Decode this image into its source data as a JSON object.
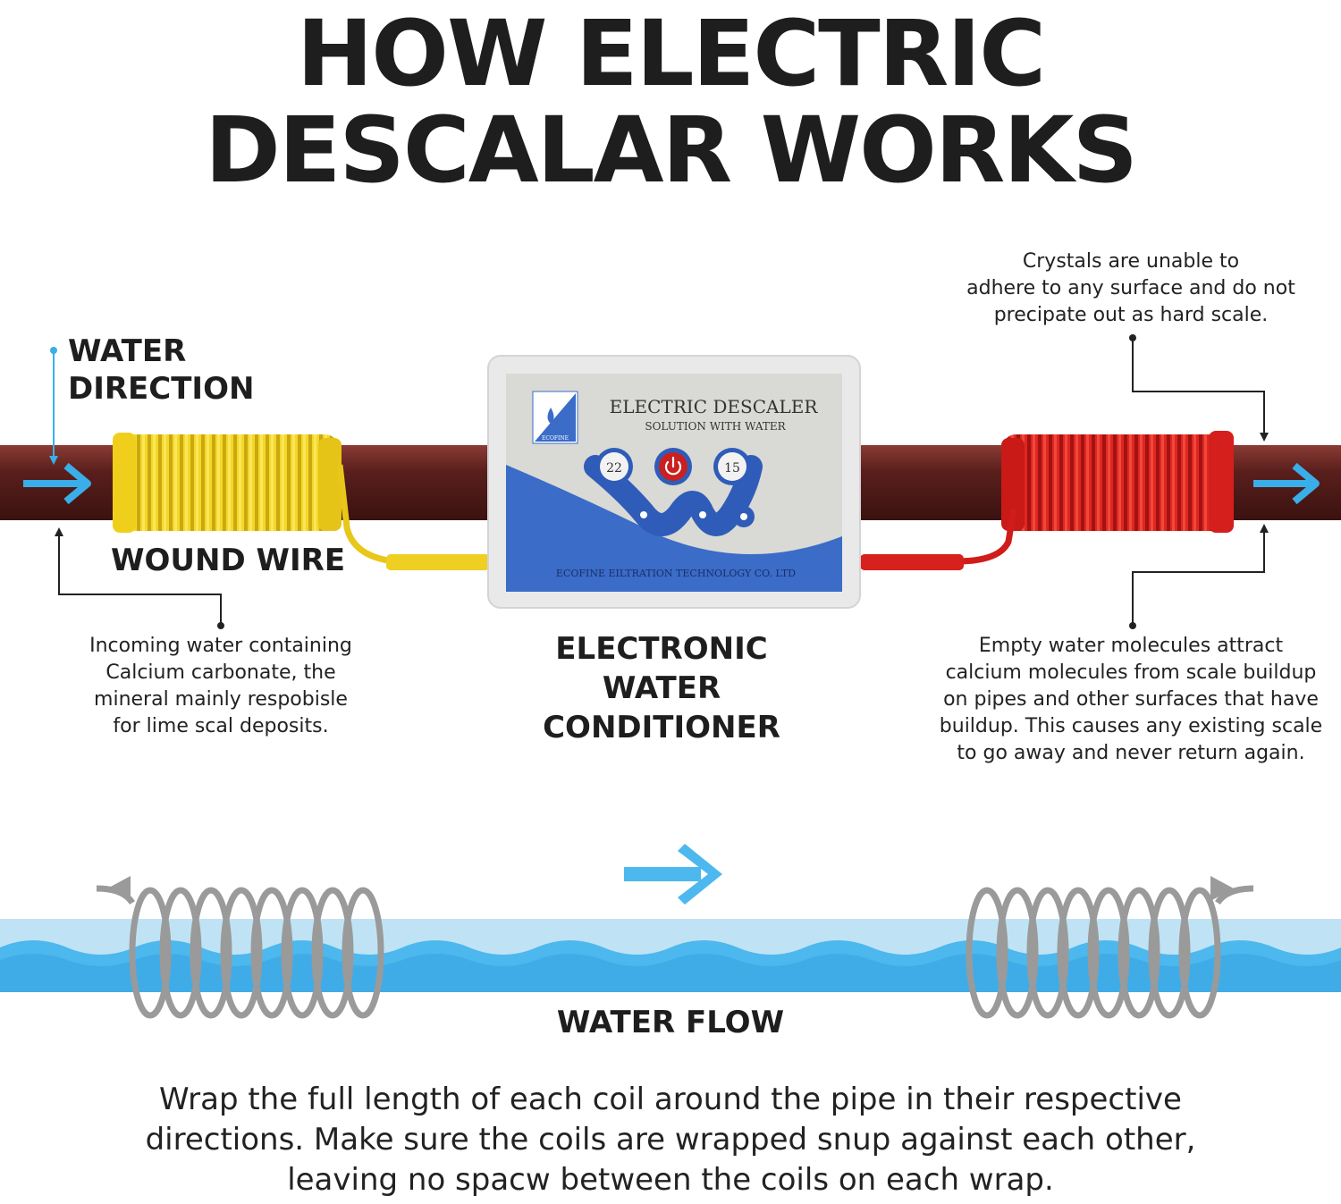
{
  "title": {
    "line1": "HOW ELECTRIC",
    "line2": "DESCALAR WORKS"
  },
  "labels": {
    "water_direction_1": "WATER",
    "water_direction_2": "DIRECTION",
    "wound_wire": "WOUND WIRE",
    "conditioner_1": "ELECTRONIC",
    "conditioner_2": "WATER CONDITIONER",
    "water_flow": "WATER FLOW"
  },
  "notes": {
    "incoming": [
      "Incoming water containing",
      "Calcium carbonate, the",
      "mineral mainly respobisle",
      "for lime scal deposits."
    ],
    "crystals": [
      "Crystals are unable to",
      "adhere to any surface and do not",
      "precipate out as hard scale."
    ],
    "empty": [
      "Empty water molecules attract",
      "calcium molecules from scale buildup",
      "on pipes and other surfaces that have",
      "buildup. This causes any existing scale",
      "to go away and never return again."
    ]
  },
  "device": {
    "title": "ELECTRIC DESCALER",
    "subtitle": "SOLUTION WITH WATER",
    "logo": "ECOFINE",
    "left_button": "22",
    "right_button": "15",
    "footer": "ECOFINE EILTRATION TECHNOLOGY CO. LTD"
  },
  "footer": [
    "Wrap the full length of each coil around the pipe in their respective",
    "directions. Make sure the coils are wrapped snup against each other,",
    "leaving no spacw between the coils on each wrap."
  ],
  "colors": {
    "pipe": "#5a1f1c",
    "yellow_coil": "#f2d21e",
    "red_coil": "#d9201e",
    "arrow": "#3aaee8",
    "device_blue": "#3a6cc8",
    "water_light": "#bfe3f4",
    "water_dark": "#4db8ee",
    "spring": "#9a9a9a"
  }
}
